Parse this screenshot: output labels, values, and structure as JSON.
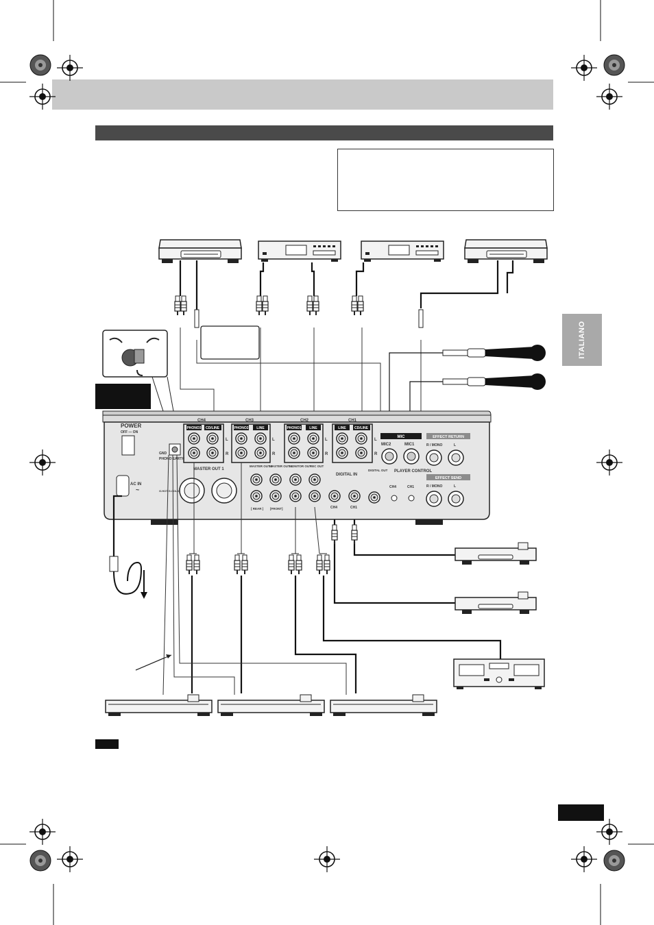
{
  "side_tab": {
    "language": "ITALIANO"
  },
  "panel": {
    "power": "POWER",
    "power_switch": "OFF — ON",
    "ac_in": "AC IN",
    "ac_symbol": "~",
    "phono_earth": "PHONO EARTH",
    "ch4": "CH4",
    "ch3": "CH3",
    "ch2": "CH2",
    "ch1": "CH1",
    "phono1": "PHONO1",
    "phono2": "PHONO2",
    "phono3": "PHONO3",
    "cd_line": "CD/LINE",
    "line": "LINE",
    "master_out_1": "MASTER OUT 1",
    "master_out_2": "MASTER OUT 2",
    "master_out_1_rca": "MASTER OUT 1",
    "monitor_out": "MONITOR OUT",
    "rec_out": "REC OUT",
    "rear": "[ REAR ]",
    "front": "[FRONT]",
    "digital_in": "DIGITAL IN",
    "digital_out": "DIGITAL OUT",
    "mic": "MIC",
    "mic2": "MIC2",
    "mic1": "MIC1",
    "player_control": "PLAYER CONTROL",
    "effect_return": "EFFECT RETURN",
    "effect_send": "EFFECT SEND",
    "r_mono": "R / MONO",
    "l": "L",
    "r": "R",
    "gnd_label": "G.HOT  G.COLD",
    "gnd": "GND"
  },
  "colors": {
    "header_band": "#c9c9c9",
    "section_bar": "#4a4a4a",
    "panel": "#e6e6e6",
    "label_box": "#1a1a1a",
    "side_tab": "#a9a9a9",
    "effect_label": "#8c8c8c"
  }
}
